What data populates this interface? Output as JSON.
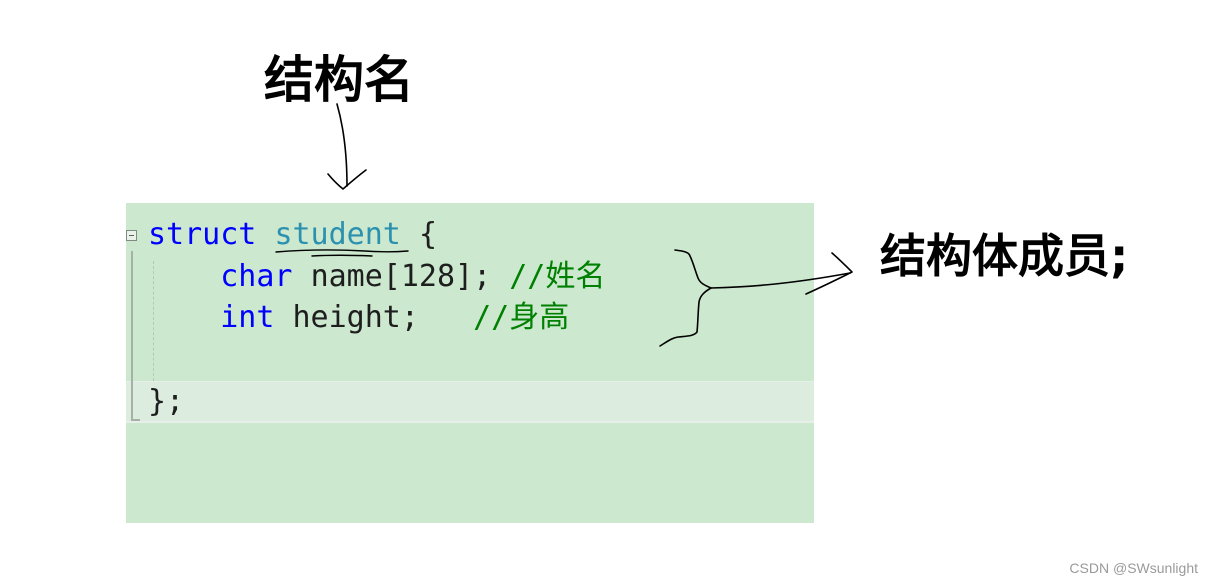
{
  "labels": {
    "struct_name": "结构名",
    "struct_members": "结构体成员;"
  },
  "code": {
    "line1": {
      "keyword": "struct",
      "type_name": "student",
      "brace": "{"
    },
    "line2": {
      "keyword": "char",
      "rest": "name[128];",
      "comment": "//姓名"
    },
    "line3": {
      "keyword": "int",
      "rest": "height;",
      "comment": "//身高"
    },
    "line5": {
      "text": "};"
    }
  },
  "watermark": "CSDN @SWsunlight",
  "colors": {
    "editor_background": "#cce8cf",
    "keyword": "#0000ff",
    "type": "#2b91af",
    "comment": "#008000",
    "annotation_ink": "#000000"
  },
  "icons": [
    "fold-collapse-icon",
    "arrow-down-icon",
    "brace-arrow-icon"
  ]
}
